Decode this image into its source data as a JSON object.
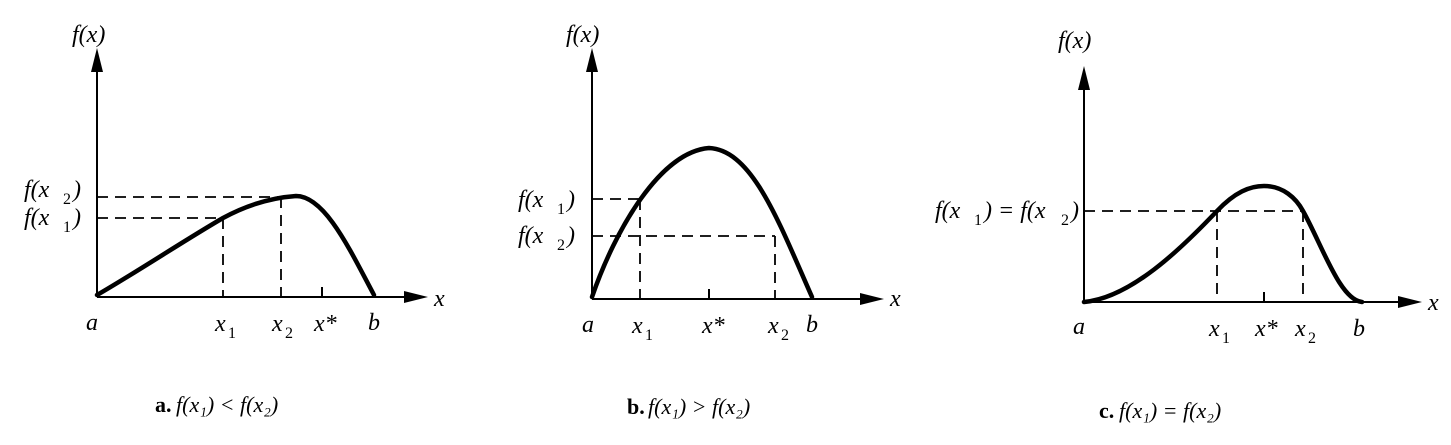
{
  "panels": [
    {
      "id": "a",
      "y_axis_label": "f(x)",
      "x_axis_label": "x",
      "left_bound": "a",
      "right_bound": "b",
      "x1_label": "x",
      "x1_sub": "1",
      "x2_label": "x",
      "x2_sub": "2",
      "xstar_label": "x*",
      "fx2_label": "f(x",
      "fx2_sub": "2",
      "fx1_label": "f(x",
      "fx1_sub": "1",
      "close_paren": ")",
      "caption_letter": "a.",
      "caption_text": "f(x₁) < f(x₂)"
    },
    {
      "id": "b",
      "y_axis_label": "f(x)",
      "x_axis_label": "x",
      "left_bound": "a",
      "right_bound": "b",
      "x1_label": "x",
      "x1_sub": "1",
      "x2_label": "x",
      "x2_sub": "2",
      "xstar_label": "x*",
      "fx1_label": "f(x",
      "fx1_sub": "1",
      "fx2_label": "f(x",
      "fx2_sub": "2",
      "close_paren": ")",
      "caption_letter": "b.",
      "caption_text": "f(x₁) > f(x₂)"
    },
    {
      "id": "c",
      "y_axis_label": "f(x)",
      "x_axis_label": "x",
      "left_bound": "a",
      "right_bound": "b",
      "x1_label": "x",
      "x1_sub": "1",
      "x2_label": "x",
      "x2_sub": "2",
      "xstar_label": "x*",
      "equal_label_left": "f(x",
      "equal_label_sub1": "1",
      "equal_label_mid": ") = f(x",
      "equal_label_sub2": "2",
      "close_paren": ")",
      "caption_letter": "c.",
      "caption_text": "f(x₁) = f(x₂)"
    }
  ]
}
